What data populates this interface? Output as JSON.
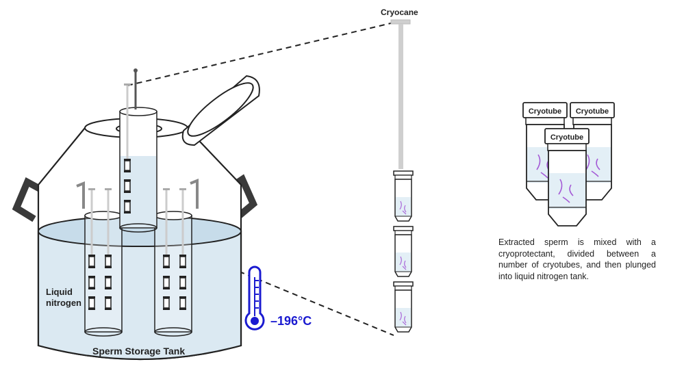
{
  "labels": {
    "cryocane": "Cryocane",
    "cryotube_left": "Cryotube",
    "cryotube_right": "Cryotube",
    "cryotube_front": "Cryotube",
    "liquid_nitrogen": [
      "Liquid",
      "nitrogen"
    ],
    "temperature": "–196°C",
    "tank": "Sperm Storage Tank"
  },
  "caption": "Extracted sperm is mixed with a cryoprotectant, divided between a number of cryotubes, and then plunged into liquid nitrogen tank.",
  "icons": {
    "thermometer": "thermometer-icon",
    "cryotube": "cryotube-icon",
    "sperm": "sperm-cell-icon"
  },
  "colors": {
    "outline": "#222222",
    "liquid": "#dbe9f2",
    "liquid_dark": "#c7dcea",
    "handle": "#3a3a3a",
    "cane": "#cfcfcf",
    "thermometer": "#1a1ad0",
    "sperm": "#a45ad6"
  }
}
